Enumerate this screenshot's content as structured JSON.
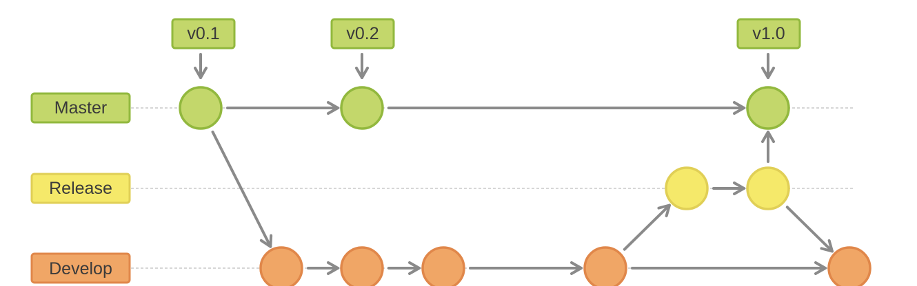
{
  "branches": [
    {
      "id": "master",
      "label": "Master",
      "fill": "#c3d76b",
      "stroke": "#92b83e"
    },
    {
      "id": "release",
      "label": "Release",
      "fill": "#f5e96a",
      "stroke": "#e0cf56"
    },
    {
      "id": "develop",
      "label": "Develop",
      "fill": "#f0a666",
      "stroke": "#e0874a"
    }
  ],
  "tags": [
    {
      "id": "v0-1",
      "label": "v0.1",
      "commit": "m1"
    },
    {
      "id": "v0-2",
      "label": "v0.2",
      "commit": "m2"
    },
    {
      "id": "v1-0",
      "label": "v1.0",
      "commit": "m3"
    }
  ],
  "commits": [
    {
      "id": "m1",
      "branch": "master"
    },
    {
      "id": "m2",
      "branch": "master"
    },
    {
      "id": "m3",
      "branch": "master"
    },
    {
      "id": "r1",
      "branch": "release"
    },
    {
      "id": "r2",
      "branch": "release"
    },
    {
      "id": "d1",
      "branch": "develop"
    },
    {
      "id": "d2",
      "branch": "develop"
    },
    {
      "id": "d3",
      "branch": "develop"
    },
    {
      "id": "d4",
      "branch": "develop"
    },
    {
      "id": "d5",
      "branch": "develop"
    }
  ],
  "edges": [
    {
      "from": "m1",
      "to": "m2"
    },
    {
      "from": "m2",
      "to": "m3"
    },
    {
      "from": "m1",
      "to": "d1"
    },
    {
      "from": "d1",
      "to": "d2"
    },
    {
      "from": "d2",
      "to": "d3"
    },
    {
      "from": "d3",
      "to": "d4"
    },
    {
      "from": "d4",
      "to": "d5"
    },
    {
      "from": "d4",
      "to": "r1"
    },
    {
      "from": "r1",
      "to": "r2"
    },
    {
      "from": "r2",
      "to": "m3"
    },
    {
      "from": "r2",
      "to": "d5"
    }
  ],
  "colors": {
    "arrow": "#8a8a8a",
    "lane_line": "#c8c8c8",
    "tag_fill": "#c3d76b",
    "tag_stroke": "#92b83e",
    "text": "#3a3a3a"
  }
}
